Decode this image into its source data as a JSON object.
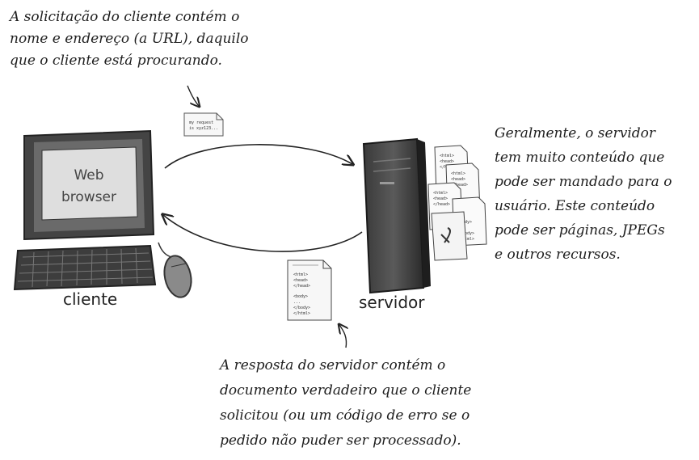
{
  "annotations": {
    "request_note": [
      "A solicitação do cliente contém o",
      "nome e endereço (a URL), daquilo",
      "que o cliente está procurando."
    ],
    "server_note": [
      "Geralmente, o servidor",
      "tem muito conteúdo que",
      "pode ser mandado para o",
      "usuário. Este conteúdo",
      "pode ser páginas, JPEGs",
      "e outros recursos."
    ],
    "response_note": [
      "A resposta do servidor contém o",
      "documento verdadeiro que o cliente",
      "solicitou (ou um código de erro se o",
      "pedido não puder ser processado)."
    ]
  },
  "client": {
    "screen_text": [
      "Web",
      "browser"
    ],
    "label": "cliente"
  },
  "server": {
    "label": "servidor"
  },
  "request_doc": {
    "lines": [
      "my request",
      "is xyz123..."
    ]
  },
  "response_doc": {
    "lines": [
      "<html>",
      "<head>",
      "</head>",
      "",
      "<body>",
      "...",
      "</body>",
      "</html>"
    ]
  },
  "server_docs": {
    "lines": [
      "<html>",
      "<head>",
      "</head>",
      "<body>",
      "</body>",
      "</html>"
    ]
  }
}
